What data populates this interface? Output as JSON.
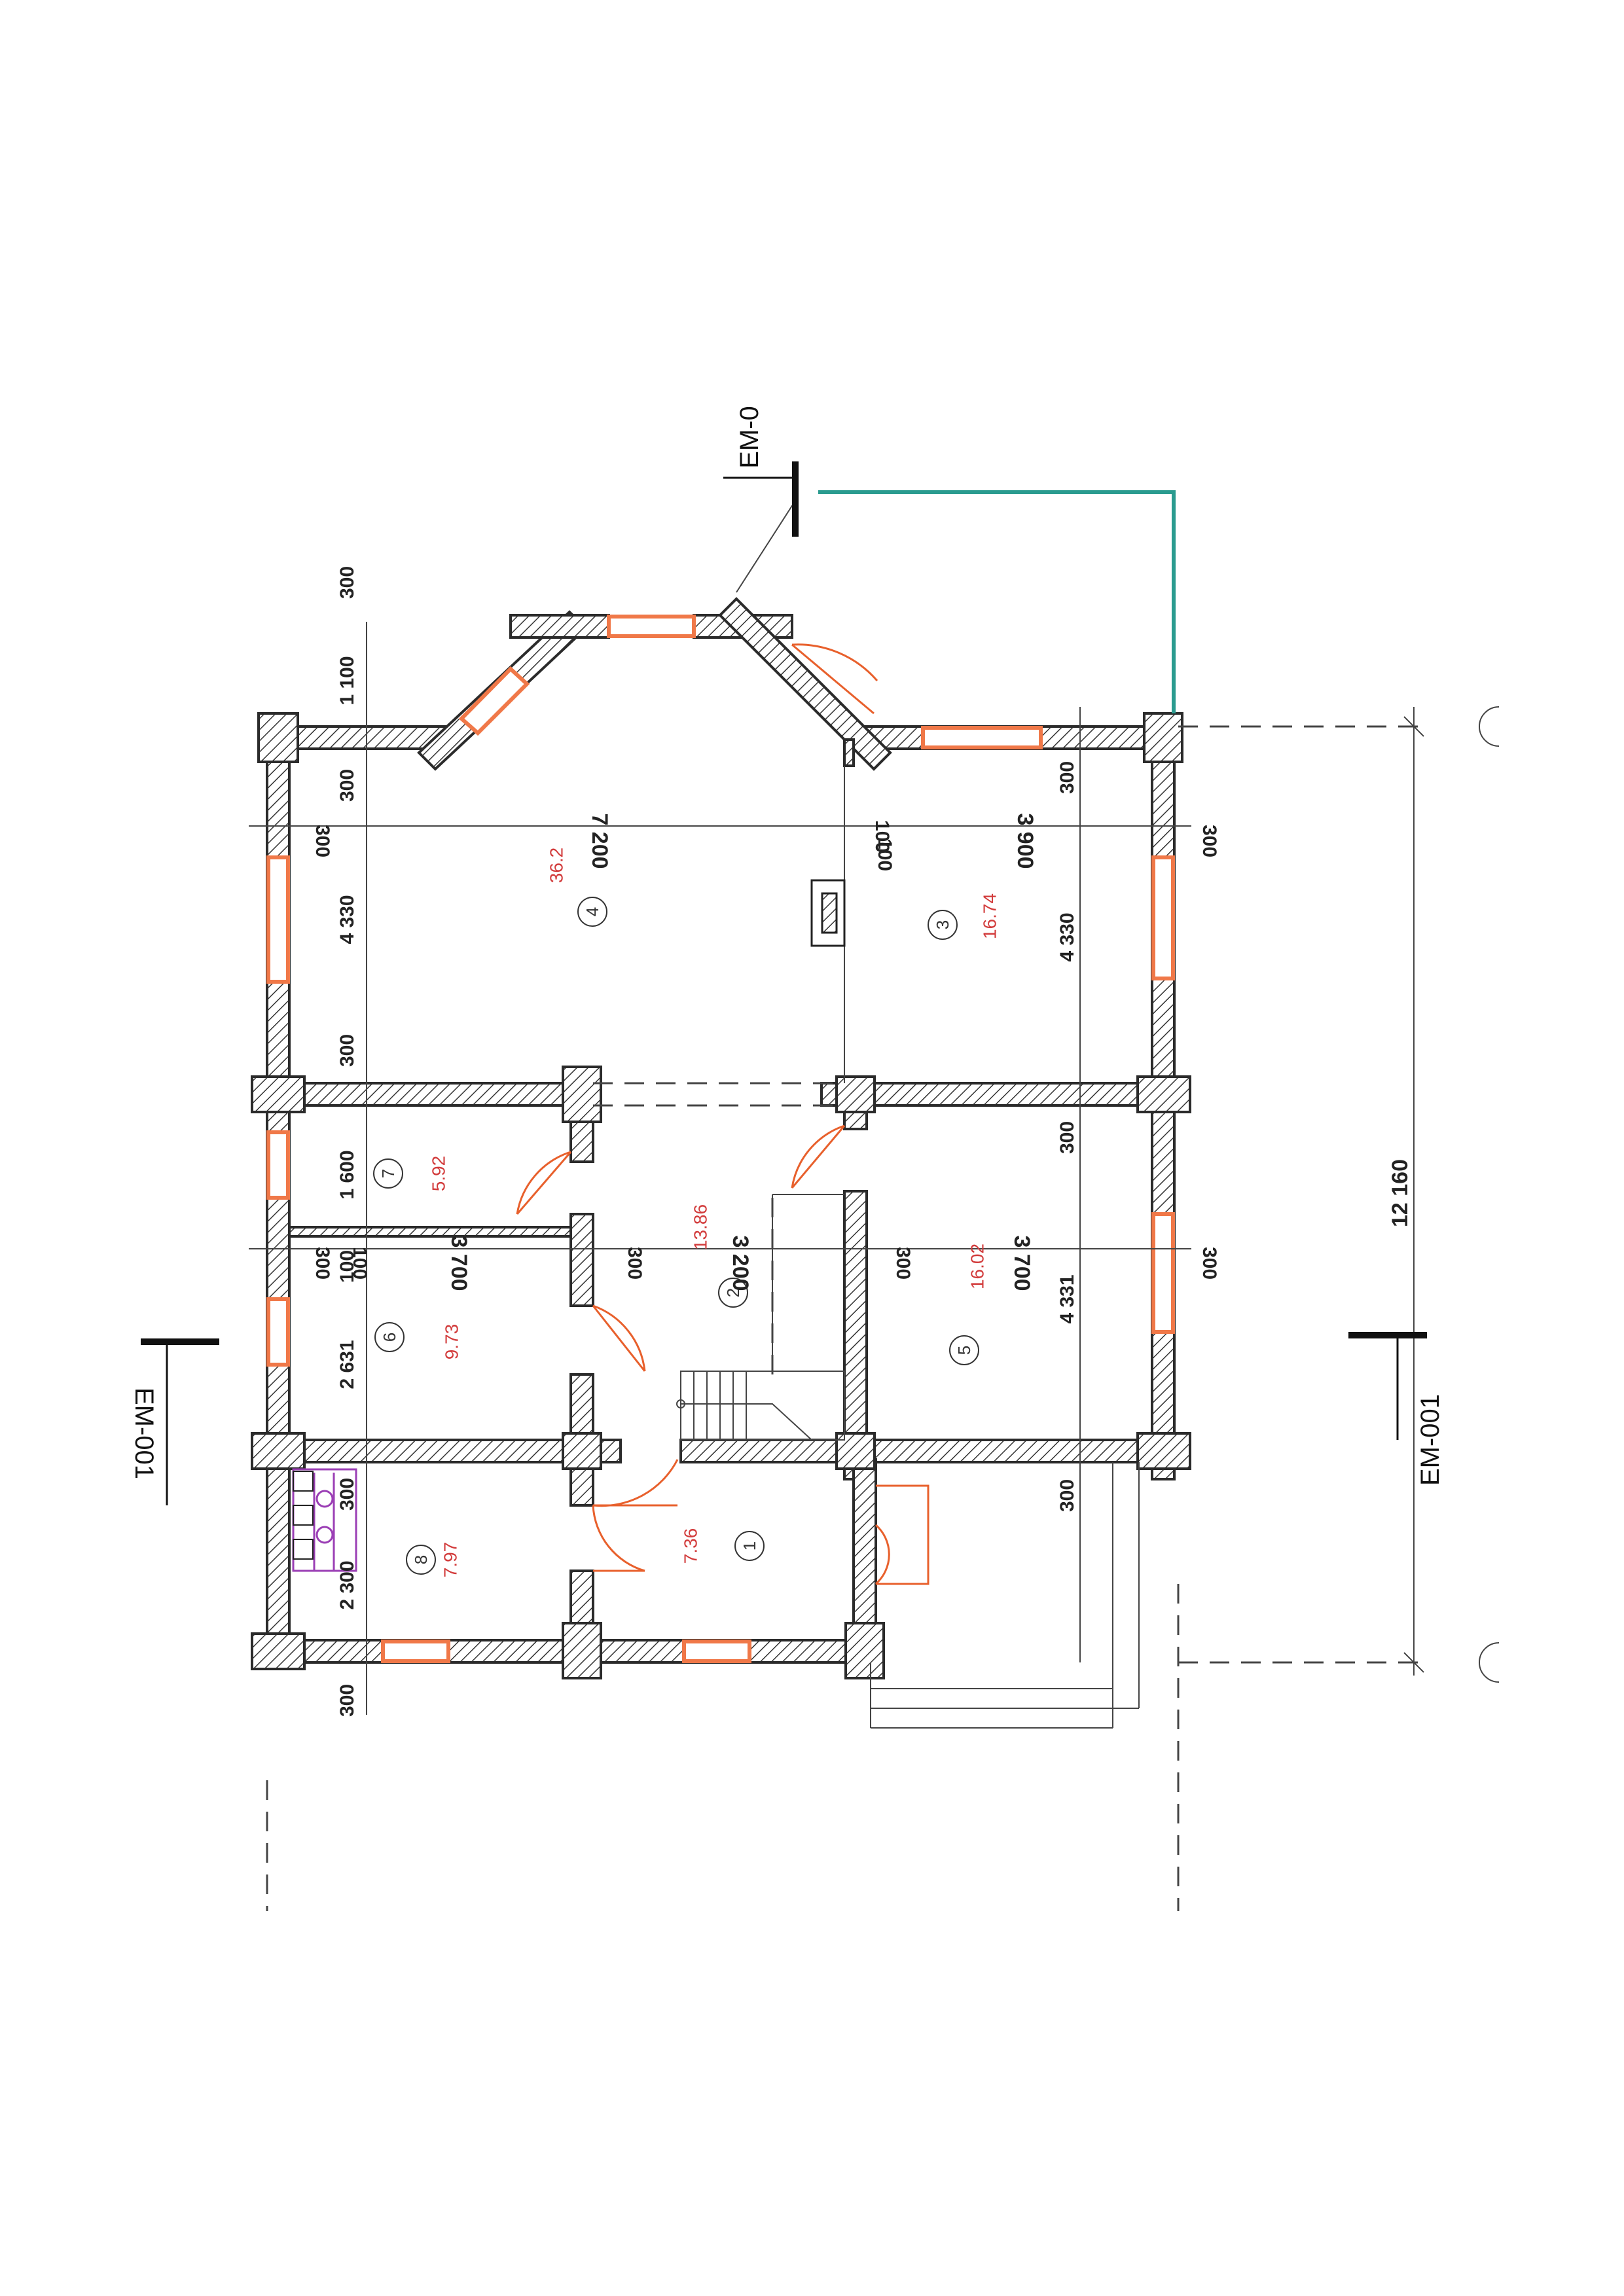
{
  "section_marks": {
    "top": "EM-0",
    "right": "EM-001",
    "left": "EM-001"
  },
  "rooms": [
    {
      "number": "1",
      "area": "7.36"
    },
    {
      "number": "2",
      "area": "13.86"
    },
    {
      "number": "3",
      "area": "16.74"
    },
    {
      "number": "4",
      "area": "36.2"
    },
    {
      "number": "5",
      "area": "16.02"
    },
    {
      "number": "6",
      "area": "9.73"
    },
    {
      "number": "7",
      "area": "5.92"
    },
    {
      "number": "8",
      "area": "7.97"
    }
  ],
  "dimensions": {
    "left_chain": [
      "300",
      "1 100",
      "300",
      "4 330",
      "300",
      "1 600",
      "100",
      "2 631",
      "300",
      "2 300",
      "300"
    ],
    "row_top": [
      "300",
      "7 200",
      "100",
      "100",
      "3 900",
      "300"
    ],
    "row_middle": [
      "300",
      "100",
      "3 700",
      "300",
      "3 200",
      "300",
      "3 700",
      "300"
    ],
    "right_chain": [
      "300",
      "4 330",
      "300",
      "4 331",
      "300"
    ],
    "overall": "12 160"
  },
  "colors": {
    "wall": "#3a3a3a",
    "window": "#f07848",
    "door": "#e8602c",
    "area_text": "#d23b3b",
    "terrace": "#2a9b8f",
    "fixture": "#9b3fb5"
  }
}
